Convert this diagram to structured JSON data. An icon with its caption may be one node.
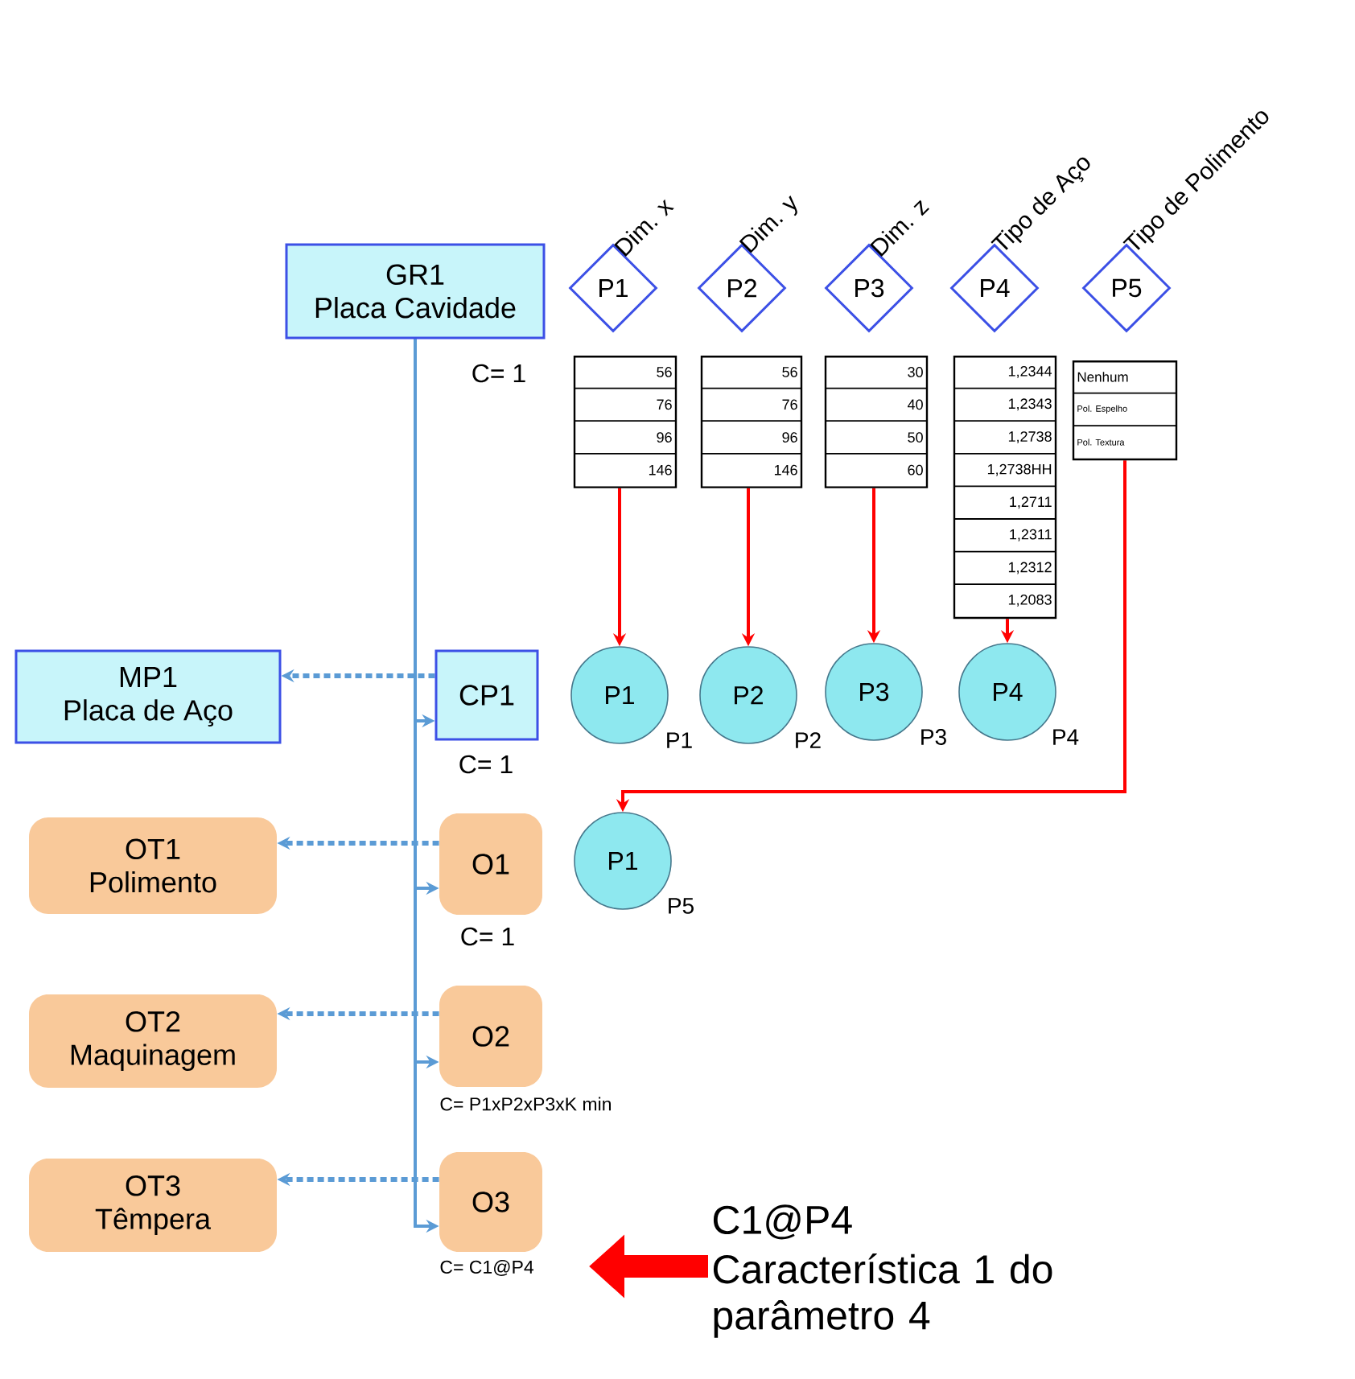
{
  "diagram": {
    "nodes": [
      {
        "text": [
          "GR1",
          "Placa Cavidade"
        ],
        "beside": [
          "C= 1"
        ]
      },
      {
        "text": [
          "P1"
        ],
        "beside": [
          "Dim. x"
        ]
      },
      {
        "text": [
          "P2"
        ],
        "beside": [
          "Dim. y"
        ]
      },
      {
        "text": [
          "P3"
        ],
        "beside": [
          "Dim. z"
        ]
      },
      {
        "text": [
          "P4"
        ],
        "beside": [
          "Tipo de Aço"
        ]
      },
      {
        "text": [
          "P5"
        ],
        "beside": [
          "Tipo de Polimento"
        ]
      },
      {
        "text": [
          "56",
          "76",
          "96",
          "146"
        ]
      },
      {
        "text": [
          "56",
          "76",
          "96",
          "146"
        ]
      },
      {
        "text": [
          "30",
          "40",
          "50",
          "60"
        ]
      },
      {
        "text": [
          "1,2344",
          "1,2343",
          "1,2738",
          "1,2738HH",
          "1,2711",
          "1,2311",
          "1,2312",
          "1,2083"
        ]
      },
      {
        "text": [
          "Nenhum",
          "Pol. Espelho",
          "Pol. Textura"
        ]
      },
      {
        "text": [
          "MP1",
          "Placa de Aço"
        ]
      },
      {
        "text": [
          "CP1"
        ],
        "beside": [
          "C= 1"
        ]
      },
      {
        "text": [
          "P1"
        ],
        "beside": [
          "P1"
        ]
      },
      {
        "text": [
          "P2"
        ],
        "beside": [
          "P2"
        ]
      },
      {
        "text": [
          "P3"
        ],
        "beside": [
          "P3"
        ]
      },
      {
        "text": [
          "P4"
        ],
        "beside": [
          "P4"
        ]
      },
      {
        "text": [
          "OT1",
          "Polimento"
        ]
      },
      {
        "text": [
          "O1"
        ],
        "beside": [
          "C= 1"
        ]
      },
      {
        "text": [
          "P1"
        ],
        "beside": [
          "P5"
        ]
      },
      {
        "text": [
          "OT2",
          "Maquinagem"
        ]
      },
      {
        "text": [
          "O2"
        ],
        "beside": [
          "C= P1xP2xP3xK min"
        ]
      },
      {
        "text": [
          "OT3",
          "Têmpera"
        ]
      },
      {
        "text": [
          "O3"
        ],
        "beside": [
          "C= C1@P4"
        ]
      },
      {
        "text": [
          "C1@P4",
          "Característica 1 do parâmetro 4"
        ]
      }
    ],
    "edges": [
      {
        "from": 0,
        "to": 12,
        "arrow": "to",
        "color": "#5b9bd5"
      },
      {
        "from": 0,
        "to": 18,
        "arrow": "to",
        "color": "#5b9bd5"
      },
      {
        "from": 0,
        "to": 21,
        "arrow": "to",
        "color": "#5b9bd5"
      },
      {
        "from": 0,
        "to": 23,
        "arrow": "to",
        "color": "#5b9bd5"
      },
      {
        "from": 12,
        "to": 11,
        "arrow": "to",
        "style": "dashed",
        "color": "#5b9bd5"
      },
      {
        "from": 18,
        "to": 17,
        "arrow": "to",
        "style": "dashed",
        "color": "#5b9bd5"
      },
      {
        "from": 21,
        "to": 20,
        "arrow": "to",
        "style": "dashed",
        "color": "#5b9bd5"
      },
      {
        "from": 23,
        "to": 22,
        "arrow": "to",
        "style": "dashed",
        "color": "#5b9bd5"
      },
      {
        "from": 6,
        "to": 13,
        "arrow": "to",
        "color": "#ff0000"
      },
      {
        "from": 7,
        "to": 14,
        "arrow": "to",
        "color": "#ff0000"
      },
      {
        "from": 8,
        "to": 15,
        "arrow": "to",
        "color": "#ff0000"
      },
      {
        "from": 9,
        "to": 16,
        "arrow": "to",
        "color": "#ff0000"
      },
      {
        "from": 10,
        "to": 19,
        "arrow": "to",
        "color": "#ff0000"
      },
      {
        "from": 24,
        "to": 23,
        "arrow": "to",
        "style": "thick",
        "color": "#ff0000"
      }
    ]
  }
}
